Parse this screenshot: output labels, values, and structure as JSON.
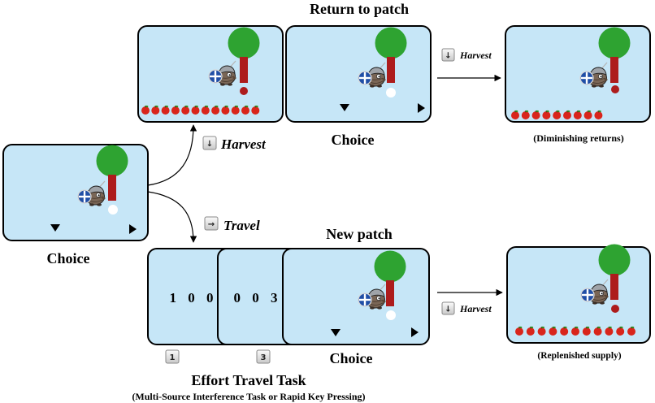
{
  "colors": {
    "panel_fill": "#c6e6f7",
    "tree_canopy": "#2ea331",
    "tree_trunk": "#ad1c1c",
    "apple": "#d9251b",
    "dot_after_harvest": "#ad1c1c",
    "dot_at_choice": "#ffffff",
    "shield": "#1f4ea6"
  },
  "headings": {
    "return_to_patch": "Return to patch",
    "new_patch": "New patch",
    "effort_travel_task": "Effort Travel Task",
    "effort_travel_task_note": "(Multi-Source Interference Task or Rapid Key Pressing)"
  },
  "choice_labels": {
    "start": "Choice",
    "return_to_patch": "Choice",
    "new_patch": "Choice"
  },
  "outcomes": {
    "return_to_patch": "(Diminishing returns)",
    "new_patch": "(Replenished supply)"
  },
  "actions": {
    "harvest_from_start": {
      "key": "↓",
      "label": "Harvest"
    },
    "travel_from_start": {
      "key": "→",
      "label": "Travel"
    },
    "harvest_return": {
      "key": "↓",
      "label": "Harvest"
    },
    "harvest_new_patch": {
      "key": "↓",
      "label": "Harvest"
    }
  },
  "travel_task": {
    "screens": [
      {
        "digits": "1 0 0",
        "key": "1"
      },
      {
        "digits": "0 0 3",
        "key": "3"
      }
    ]
  },
  "apples": {
    "first_harvest": 12,
    "diminishing_returns": 9,
    "replenished_supply": 11
  },
  "icons": [
    "tree-icon",
    "forager-icon",
    "apple-icon",
    "down-triangle-icon",
    "right-triangle-icon",
    "key-icon"
  ]
}
